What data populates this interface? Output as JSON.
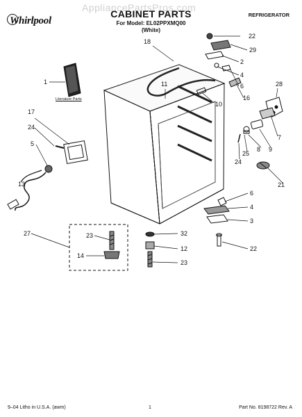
{
  "header": {
    "brand": "Whirlpool",
    "watermark": "AppliancePartsPros.com",
    "title": "CABINET PARTS",
    "model_line": "For Model: EL02PPXMQ00",
    "color_line": "(White)",
    "category": "REFRIGERATOR"
  },
  "literature_label": "Literature Parts",
  "callouts": [
    {
      "id": "c18",
      "label": "18"
    },
    {
      "id": "c22a",
      "label": "22"
    },
    {
      "id": "c29",
      "label": "29"
    },
    {
      "id": "c2",
      "label": "2"
    },
    {
      "id": "c4a",
      "label": "4"
    },
    {
      "id": "c6a",
      "label": "6"
    },
    {
      "id": "c16",
      "label": "16"
    },
    {
      "id": "c28",
      "label": "28"
    },
    {
      "id": "c1",
      "label": "1"
    },
    {
      "id": "c11",
      "label": "11"
    },
    {
      "id": "c10",
      "label": "10"
    },
    {
      "id": "c17",
      "label": "17"
    },
    {
      "id": "c24a",
      "label": "24"
    },
    {
      "id": "c5",
      "label": "5"
    },
    {
      "id": "c7",
      "label": "7"
    },
    {
      "id": "c9",
      "label": "9"
    },
    {
      "id": "c8",
      "label": "8"
    },
    {
      "id": "c25",
      "label": "25"
    },
    {
      "id": "c24b",
      "label": "24"
    },
    {
      "id": "c21",
      "label": "21"
    },
    {
      "id": "c13",
      "label": "13"
    },
    {
      "id": "c6b",
      "label": "6"
    },
    {
      "id": "c4b",
      "label": "4"
    },
    {
      "id": "c3",
      "label": "3"
    },
    {
      "id": "c27",
      "label": "27"
    },
    {
      "id": "c23a",
      "label": "23"
    },
    {
      "id": "c14",
      "label": "14"
    },
    {
      "id": "c32",
      "label": "32"
    },
    {
      "id": "c12",
      "label": "12"
    },
    {
      "id": "c23b",
      "label": "23"
    },
    {
      "id": "c22b",
      "label": "22"
    }
  ],
  "footer": {
    "left": "9–04 Litho in U.S.A. (awm)",
    "page_number": "1",
    "part_number": "Part No. 8198722 Rev. A"
  }
}
